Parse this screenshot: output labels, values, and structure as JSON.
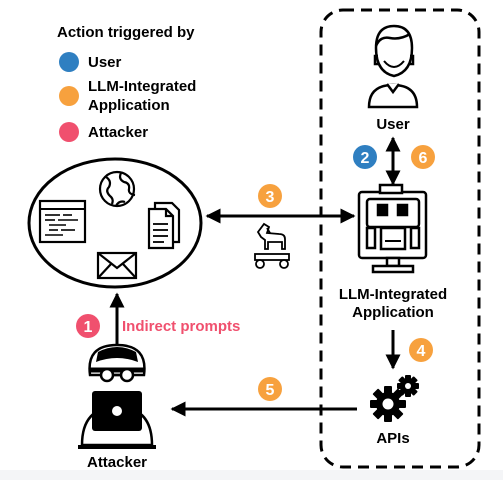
{
  "legend": {
    "title": "Action triggered by",
    "items": [
      {
        "label": "User",
        "color": "#2f7fc1"
      },
      {
        "label_line1": "LLM-Integrated",
        "label_line2": "Application",
        "color": "#f7a13e"
      },
      {
        "label": "Attacker",
        "color": "#f0506e"
      }
    ]
  },
  "nodes": {
    "user_label": "User",
    "app_label_line1": "LLM-Integrated",
    "app_label_line2": "Application",
    "apis_label": "APIs",
    "attacker_label": "Attacker"
  },
  "steps": {
    "s1": "1",
    "s2": "2",
    "s3": "3",
    "s4": "4",
    "s5": "5",
    "s6": "6",
    "indirect_prompts": "Indirect prompts"
  },
  "colors": {
    "user": "#2f7fc1",
    "app": "#f7a13e",
    "attacker": "#f0506e"
  },
  "icons": [
    "globe-icon",
    "document-icon",
    "code-window-icon",
    "envelope-icon",
    "trojan-horse-icon",
    "user-icon",
    "robot-icon",
    "gears-icon",
    "hacker-icon"
  ]
}
